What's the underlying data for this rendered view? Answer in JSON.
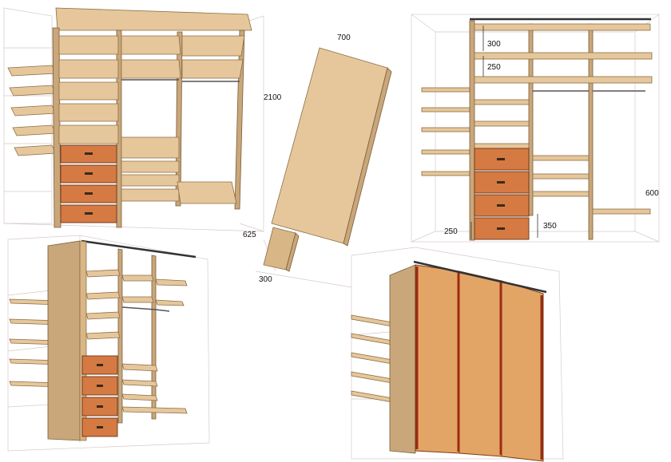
{
  "dimensions": {
    "d700": "700",
    "d2100": "2100",
    "d625": "625",
    "d300a": "300",
    "d300b": "300",
    "d250a": "250",
    "d250b": "250",
    "d600": "600",
    "d350": "350"
  },
  "colors": {
    "wood": "#e6c79b",
    "drawer": "#d57a42",
    "door": "#e3a566",
    "door_frame": "#9c2a14"
  }
}
